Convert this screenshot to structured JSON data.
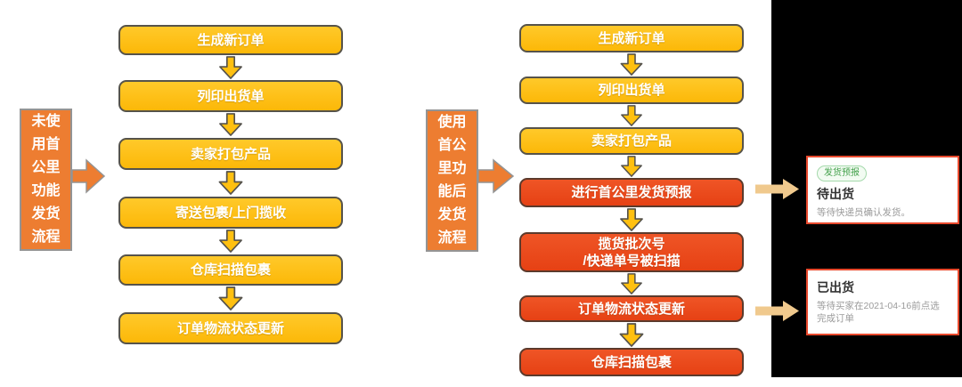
{
  "left_flow": {
    "label": "未使用首公里功能发货流程",
    "steps": [
      "生成新订单",
      "列印出货单",
      "卖家打包产品",
      "寄送包裹/上门揽收",
      "仓库扫描包裹",
      "订单物流状态更新"
    ]
  },
  "right_flow": {
    "label": "使用首公里功能后发货流程",
    "steps": [
      "生成新订单",
      "列印出货单",
      "卖家打包产品",
      "进行首公里发货预报",
      "揽货批次号\n/快递单号被扫描",
      "订单物流状态更新",
      "仓库扫描包裹"
    ]
  },
  "status_panel": {
    "cards": [
      {
        "badge": "发货预报",
        "title": "待出货",
        "desc": "等待快递员确认发货。"
      },
      {
        "title": "已出货",
        "desc": "等待买家在2021-04-16前点选完成订单"
      }
    ]
  },
  "colors": {
    "yellow_box": "#FFC010",
    "red_box": "#EA4A1E",
    "label_orange": "#ED7D31",
    "down_arrow_yellow": "#FFC010",
    "connector_arrow_tan": "#F0C98D",
    "card_border_red": "#E8492D",
    "badge_green": "#44A14C",
    "panel_background": "#000000"
  }
}
